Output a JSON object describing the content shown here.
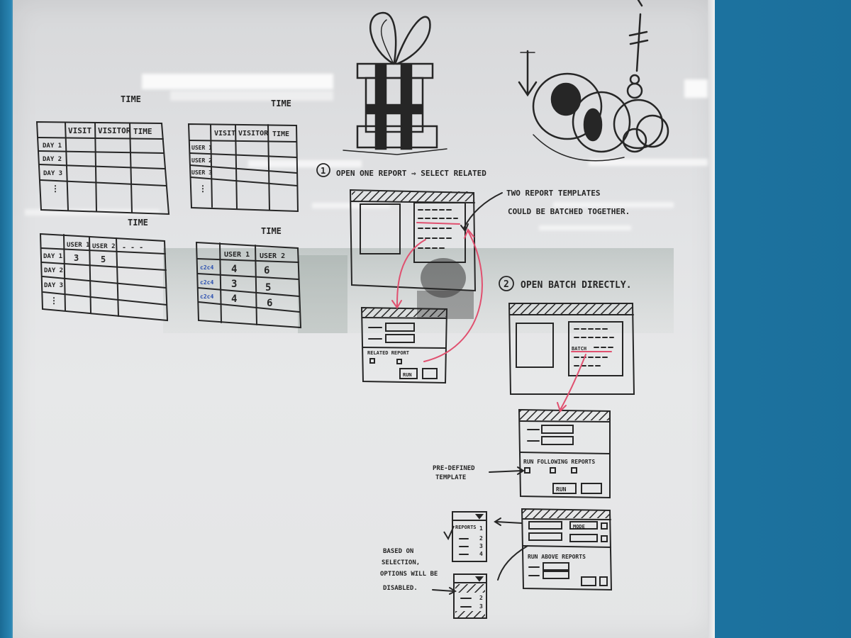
{
  "tables": [
    {
      "title": "TIME",
      "headers": [
        "VISIT",
        "VISITOR",
        "TIME"
      ],
      "rows": [
        "DAY 1",
        "DAY 2",
        "DAY 3",
        "⋮"
      ]
    },
    {
      "title": "TIME",
      "headers": [
        "VISIT",
        "VISITOR",
        "TIME"
      ],
      "rows": [
        "USER 1",
        "USER 2",
        "USER 3",
        "⋮"
      ]
    },
    {
      "title": "TIME",
      "headers": [
        "USER 1",
        "USER 2",
        "- - -"
      ],
      "rows": [
        "DAY 1",
        "DAY 2",
        "DAY 3",
        "⋮"
      ],
      "cells": [
        "3",
        "5"
      ]
    },
    {
      "title": "TIME",
      "headers": [
        "USER 1",
        "USER 2"
      ],
      "rows": [
        "c2c4",
        "c2c4",
        "c2c4"
      ],
      "cells": [
        "4",
        "6",
        "3",
        "5",
        "4",
        "6"
      ]
    }
  ],
  "flow1": {
    "step": "1",
    "title": "OPEN ONE REPORT ⇒ SELECT RELATED",
    "note_line1": "TWO REPORT TEMPLATES",
    "note_line2": "COULD BE BATCHED TOGETHER.",
    "dialog_label": "RELATED REPORT",
    "run_label": "RUN"
  },
  "flow2": {
    "step": "2",
    "title": "OPEN BATCH DIRECTLY.",
    "batch_label": "BATCH",
    "dialog_label": "RUN FOLLOWING REPORTS",
    "run_label": "RUN",
    "predefined_line1": "PRE-DEFINED",
    "predefined_line2": "TEMPLATE",
    "form_label": "RUN ABOVE REPORTS",
    "mode_label": "MODE",
    "dropdown_label": "REPORTS",
    "dropdown_numbers": [
      "1",
      "2",
      "3",
      "4"
    ],
    "dropdown2_numbers": [
      "2",
      "3"
    ],
    "note_line1": "BASED ON",
    "note_line2": "SELECTION,",
    "note_line3": "OPTIONS WILL BE",
    "note_line4": "DISABLED."
  },
  "doodles": {
    "gift": "gift-box-drawing",
    "character": "cartoon-character-drawing"
  },
  "colors": {
    "wall": "#1f78a6",
    "board": "#e4e5e6",
    "ink": "#262626",
    "red_ink": "#e0506f",
    "blue_ink": "#2a4fb0"
  }
}
